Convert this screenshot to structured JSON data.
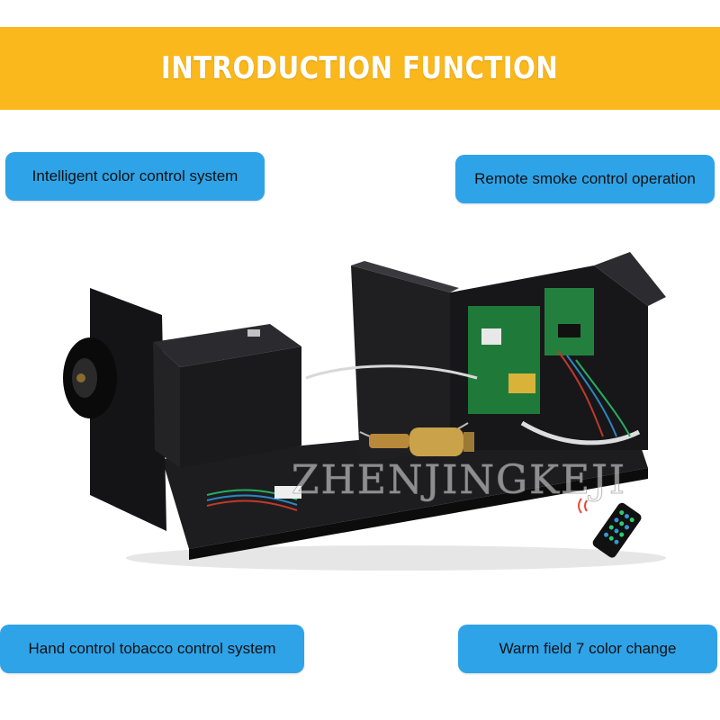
{
  "banner": {
    "title": "INTRODUCTION FUNCTION",
    "background": "#fbb81c"
  },
  "features": {
    "top_left": "Intelligent color control system",
    "top_right": "Remote smoke control operation",
    "bottom_left": "Hand control tobacco control system",
    "bottom_right": "Warm field 7 color change"
  },
  "label_color": "#2ea3e8",
  "watermark": "ZHENJINGKEJI"
}
